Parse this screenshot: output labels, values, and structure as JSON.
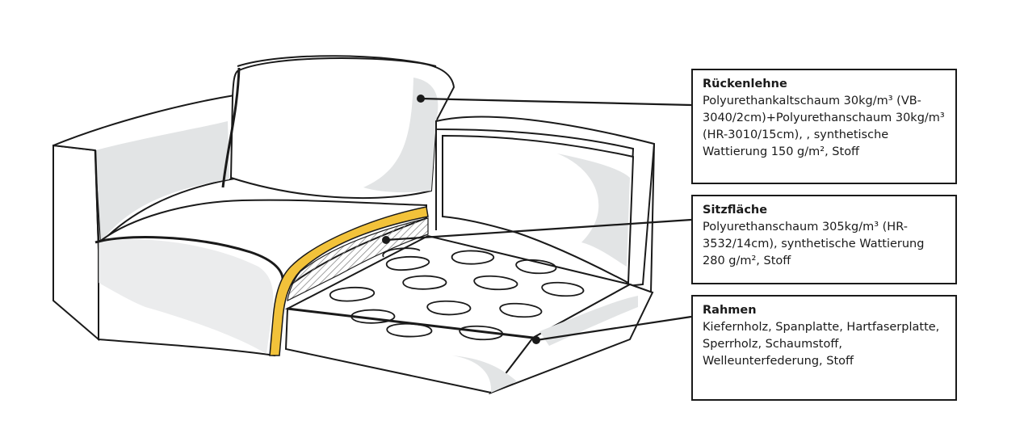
{
  "callouts": {
    "back": {
      "title": "Rückenlehne",
      "body": "Polyurethankaltschaum 30kg/m³ (VB-3040/2cm)+Polyurethanschaum 30kg/m³ (HR-3010/15cm), , synthetische Wattierung 150 g/m², Stoff"
    },
    "seat": {
      "title": "Sitzfläche",
      "body": "Polyurethanschaum 305kg/m³ (HR-3532/14cm), synthetische Wattierung 280 g/m², Stoff"
    },
    "frame": {
      "title": "Rahmen",
      "body": "Kiefernholz, Spanplatte, Hartfaserplatte, Sperrholz, Schaumstoff, Welleunterfederung, Stoff"
    }
  },
  "colors": {
    "outline": "#1a1a1a",
    "shade": "#e2e4e5",
    "wadding": "#f2c23a",
    "paper": "#ffffff"
  }
}
